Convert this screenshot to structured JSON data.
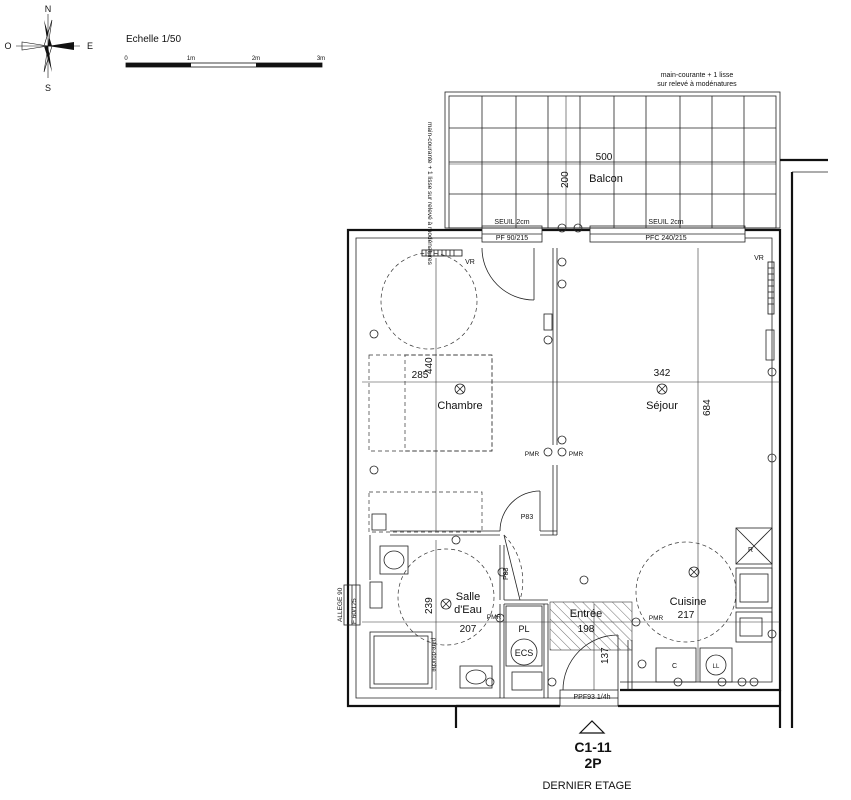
{
  "compass": {
    "north": "N",
    "south": "S",
    "east": "E",
    "west": "O"
  },
  "scale": {
    "title": "Echelle 1/50",
    "ticks": [
      "0",
      "1m",
      "2m",
      "3m"
    ]
  },
  "balcony": {
    "railing_note_line1": "main-courante + 1 lisse",
    "railing_note_line2": "sur relevé à modénatures",
    "railing_note_side": "main-courante + 1 lisse sur relevé à modénatures",
    "name": "Balcon",
    "width": "500",
    "depth": "200"
  },
  "openings": {
    "seuil_left": "SEUIL 2cm",
    "seuil_right": "SEUIL 2cm",
    "door_left": "PF 90/215",
    "door_right": "PFC 240/215",
    "vr_left": "VR",
    "vr_right": "VR",
    "entrance_door": "PPF93 1/4h",
    "allege": "ALLEGE 90",
    "window_bath": "F 60/125",
    "door_p83_a": "P83",
    "door_p83_b": "P83"
  },
  "rooms": {
    "chambre": {
      "name": "Chambre",
      "dim_h": "285",
      "dim_v": "440"
    },
    "sejour": {
      "name": "Séjour",
      "dim_h": "342",
      "dim_v": "684"
    },
    "salle_eau": {
      "name_line1": "Salle",
      "name_line2": "d'Eau",
      "dim_h": "207",
      "dim_v": "239"
    },
    "entree": {
      "name": "Entrée",
      "dim_h": "198",
      "dim_v": "137"
    },
    "cuisine": {
      "name": "Cuisine",
      "dim_h": "217"
    }
  },
  "fixtures": {
    "pmr": "PMR",
    "pl": "PL",
    "ecs": "ECS",
    "pare_douche": "pare-douche",
    "fridge": "R",
    "dishwasher": "LL",
    "oven": "C"
  },
  "footer": {
    "lot": "C1-11",
    "type": "2P",
    "floor": "DERNIER ETAGE"
  }
}
